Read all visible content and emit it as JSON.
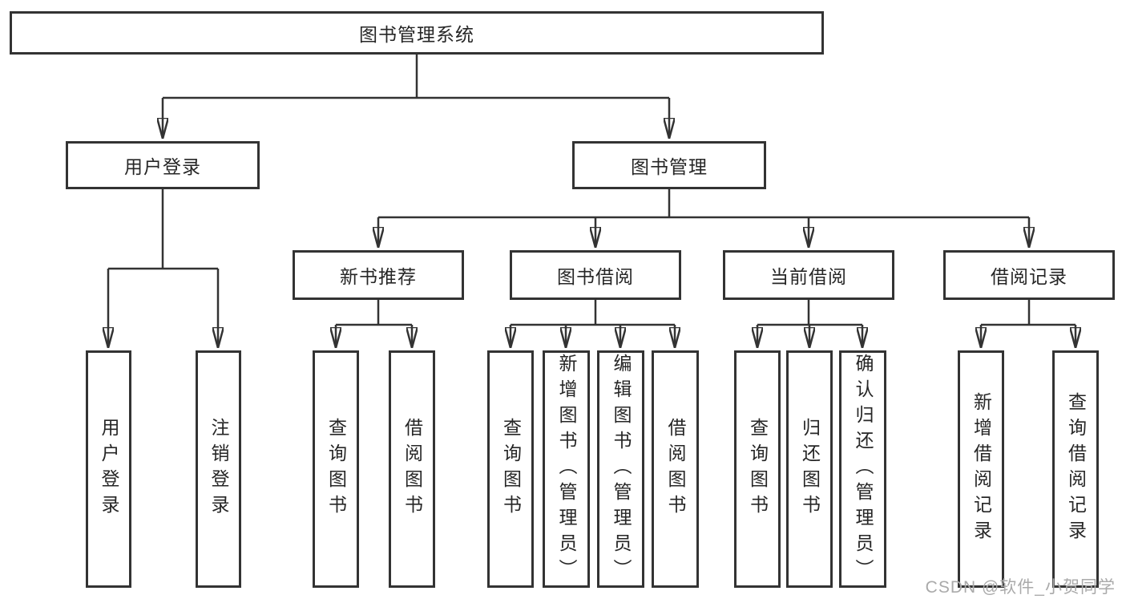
{
  "diagram": {
    "type": "hierarchy-tree",
    "tree": {
      "label": "图书管理系统",
      "children": [
        {
          "label": "用户登录",
          "children": [
            {
              "label": "用户登录"
            },
            {
              "label": "注销登录"
            }
          ]
        },
        {
          "label": "图书管理",
          "children": [
            {
              "label": "新书推荐",
              "children": [
                {
                  "label": "查询图书"
                },
                {
                  "label": "借阅图书"
                }
              ]
            },
            {
              "label": "图书借阅",
              "children": [
                {
                  "label": "查询图书"
                },
                {
                  "label": "新增图书（管理员）"
                },
                {
                  "label": "编辑图书（管理员）"
                },
                {
                  "label": "借阅图书"
                }
              ]
            },
            {
              "label": "当前借阅",
              "children": [
                {
                  "label": "查询图书"
                },
                {
                  "label": "归还图书"
                },
                {
                  "label": "确认归还（管理员）"
                }
              ]
            },
            {
              "label": "借阅记录",
              "children": [
                {
                  "label": "新增借阅记录"
                },
                {
                  "label": "查询借阅记录"
                }
              ]
            }
          ]
        }
      ]
    },
    "colors": {
      "line": "#333333",
      "box_border": "#333333",
      "box_fill": "#ffffff",
      "text": "#262626",
      "watermark_text": "#aaaaaa",
      "background": "#ffffff"
    }
  },
  "watermark": {
    "text": "CSDN @软件_小贺同学"
  }
}
